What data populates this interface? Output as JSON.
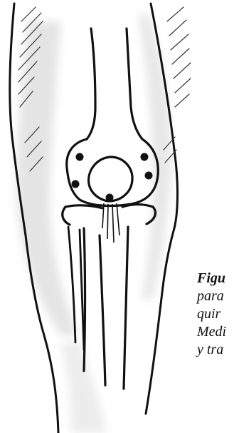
{
  "caption": {
    "lines": [
      "Figu",
      "para",
      "quir",
      "Medi",
      "y tra"
    ]
  },
  "colors": {
    "ink": "#111111",
    "hatch": "#333333",
    "shading": "#d9d9d9",
    "background": "#ffffff"
  }
}
